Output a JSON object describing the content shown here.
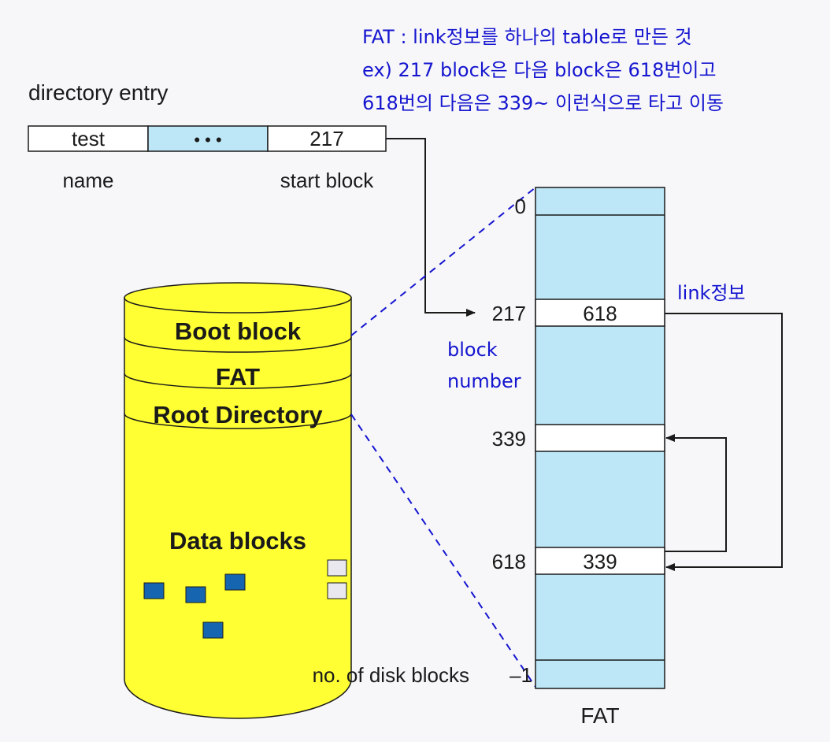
{
  "annotation": {
    "line1": "FAT : link정보를 하나의 table로 만든 것",
    "line2": "ex) 217 block은 다음 block은 618번이고",
    "line3": "618번의 다음은 339~ 이런식으로 타고 이동"
  },
  "directory": {
    "title": "directory entry",
    "name_value": "test",
    "ellipsis": "• • •",
    "start_value": "217",
    "name_label": "name",
    "start_label": "start block"
  },
  "disk": {
    "boot": "Boot block",
    "fat": "FAT",
    "root": "Root Directory",
    "data": "Data blocks"
  },
  "fat_table": {
    "caption": "FAT",
    "index_top": "0",
    "index_217": "217",
    "index_339": "339",
    "index_618": "618",
    "index_bottom": "–1",
    "entry_217": "618",
    "entry_618": "339",
    "disk_blocks_label": "no. of disk blocks",
    "link_label": "link정보",
    "block_number_line1": "block",
    "block_number_line2": "number"
  },
  "colors": {
    "annotation": "#1515d0",
    "disk_fill": "#ffff33",
    "fat_fill": "#bde6f7",
    "ellipsis_fill": "#bde6f7",
    "data_block_blue": "#1565b0"
  }
}
